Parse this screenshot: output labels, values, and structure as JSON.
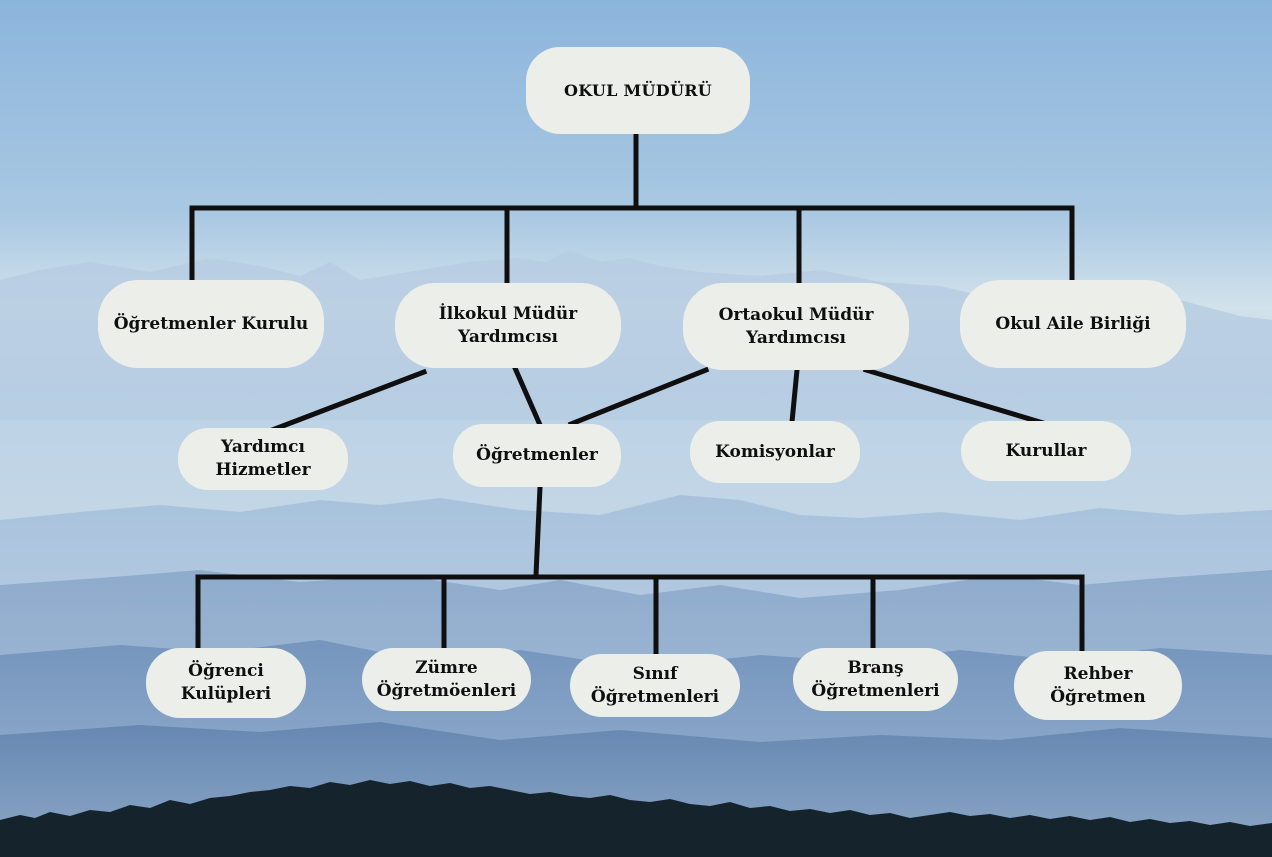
{
  "colors": {
    "node_fill": "#ecefe9",
    "connector": "#0f0f0f",
    "sky_top": "#8fb8de",
    "sky_haze": "#d3e3ec",
    "ridge_far": "#9fb8d3",
    "ridge_mid": "#7f9ec2",
    "ridge_near": "#6a89b1",
    "treeline": "#15232d"
  },
  "org_chart": {
    "root": {
      "label": "OKUL MÜDÜRÜ"
    },
    "level1": [
      {
        "id": "ogretmenler-kurulu",
        "label": "Öğretmenler Kurulu"
      },
      {
        "id": "ilkokul-mudur-yardimcisi",
        "label": "İlkokul Müdür\nYardımcısı"
      },
      {
        "id": "ortaokul-mudur-yardimcisi",
        "label": "Ortaokul Müdür\nYardımcısı"
      },
      {
        "id": "okul-aile-birligi",
        "label": "Okul Aile Birliği"
      }
    ],
    "level2": [
      {
        "id": "yardimci-hizmetler",
        "label": "Yardımcı\nHizmetler"
      },
      {
        "id": "ogretmenler",
        "label": "Öğretmenler"
      },
      {
        "id": "komisyonlar",
        "label": "Komisyonlar"
      },
      {
        "id": "kurullar",
        "label": "Kurullar"
      }
    ],
    "level3": [
      {
        "id": "ogrenci-kulupleri",
        "label": "Öğrenci\nKulüpleri"
      },
      {
        "id": "zumre-ogretmenleri",
        "label": "Zümre\nÖğretmöenleri"
      },
      {
        "id": "sinif-ogretmenleri",
        "label": "Sınıf\nÖğretmenleri"
      },
      {
        "id": "brans-ogretmenleri",
        "label": "Branş\nÖğretmenleri"
      },
      {
        "id": "rehber-ogretmen",
        "label": "Rehber\nÖğretmen"
      }
    ]
  }
}
